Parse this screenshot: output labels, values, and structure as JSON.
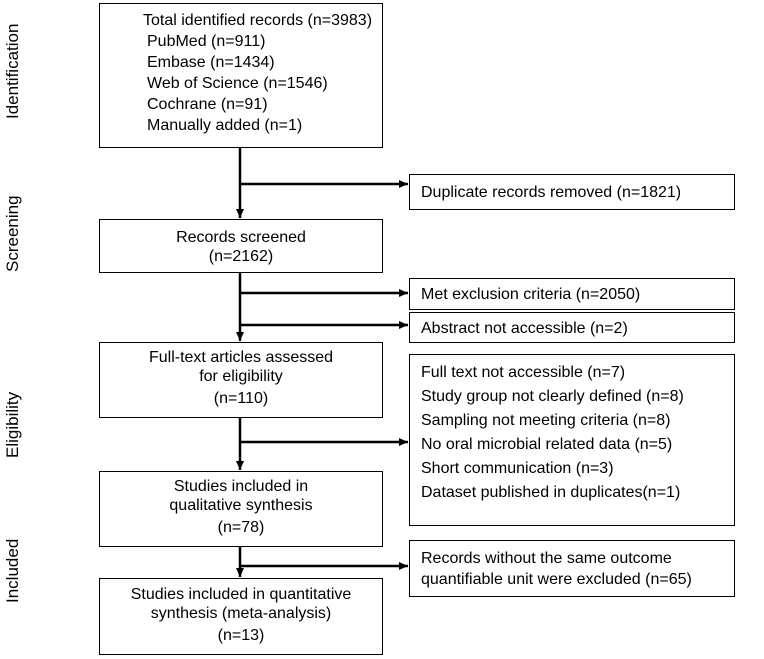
{
  "stages": {
    "identification": "Identification",
    "screening": "Screening",
    "eligibility": "Eligibility",
    "included": "Included"
  },
  "boxes": {
    "identified": {
      "title": "Total identified records (n=3983)",
      "lines": [
        "PubMed (n=911)",
        "Embase (n=1434)",
        "Web of Science (n=1546)",
        "Cochrane (n=91)",
        "Manually added (n=1)"
      ]
    },
    "duplicates": {
      "lines": [
        "Duplicate records removed (n=1821)"
      ]
    },
    "screened": {
      "lines": [
        "Records screened",
        "(n=2162)"
      ]
    },
    "excluded_criteria": {
      "lines": [
        "Met exclusion criteria (n=2050)"
      ]
    },
    "abstract": {
      "lines": [
        "Abstract not accessible (n=2)"
      ]
    },
    "fulltext": {
      "lines": [
        "Full-text articles assessed",
        "for eligibility",
        "(n=110)"
      ]
    },
    "fulltext_excluded": {
      "lines": [
        "Full text not accessible (n=7)",
        "Study group not clearly defined (n=8)",
        "Sampling not meeting criteria (n=8)",
        "No oral microbial related data (n=5)",
        "Short communication (n=3)",
        "Dataset published in duplicates(n=1)"
      ]
    },
    "qualitative": {
      "lines": [
        "Studies included in",
        "qualitative synthesis",
        "(n=78)"
      ]
    },
    "outcome_excluded": {
      "lines": [
        "Records without the same outcome",
        "quantifiable unit were excluded (n=65)"
      ]
    },
    "quantitative": {
      "lines": [
        "Studies included in quantitative",
        "synthesis (meta-analysis)",
        "(n=13)"
      ]
    }
  }
}
